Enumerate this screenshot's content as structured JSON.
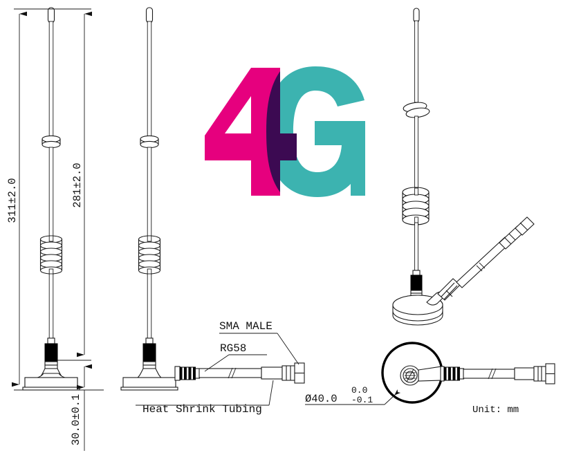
{
  "document": {
    "type": "engineering-drawing",
    "subject": "Magnetic base 4G whip antenna with RG58 cable and SMA male connector",
    "unit_note": "Unit: mm"
  },
  "logo": {
    "text_digit": "4",
    "text_letter": "G",
    "color_digit": "#e6007e",
    "color_letter": "#3cb3b0",
    "color_overlap": "#3c0a52"
  },
  "dimensions": {
    "overall_height": "311±2.0",
    "whip_height": "281±2.0",
    "base_height": "30.0±0.1",
    "base_diameter_value": "Ø40.0",
    "base_diameter_tol_upper": "0.0",
    "base_diameter_tol_lower": "-0.1"
  },
  "labels": {
    "connector": "SMA  MALE",
    "cable": "RG58",
    "tubing": "Heat Shrink Tubing",
    "unit": "Unit:  mm"
  },
  "views": [
    {
      "id": "front-elevation-left",
      "name": "Front elevation with overall dimensions"
    },
    {
      "id": "front-elevation-cable",
      "name": "Front elevation with cable and connector callouts"
    },
    {
      "id": "isometric-assembly",
      "name": "Isometric assembly view"
    },
    {
      "id": "top-plan-view",
      "name": "Top plan view of magnetic base with cable"
    }
  ],
  "colors": {
    "line": "#1a1a1a",
    "background": "#ffffff",
    "accent_pink": "#e6007e",
    "accent_teal": "#3cb3b0",
    "accent_purple": "#3c0a52"
  }
}
